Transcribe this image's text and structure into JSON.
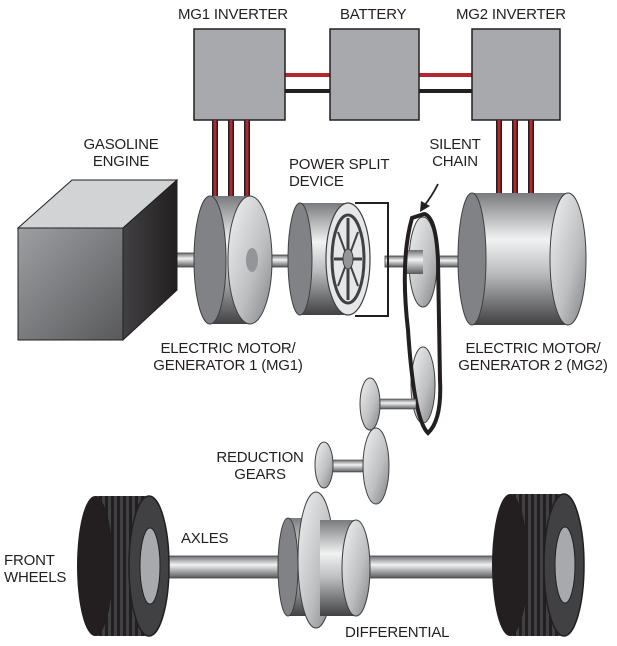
{
  "labels": {
    "mg1_inverter": "MG1 INVERTER",
    "battery": "BATTERY",
    "mg2_inverter": "MG2 INVERTER",
    "gasoline_engine_1": "GASOLINE",
    "gasoline_engine_2": "ENGINE",
    "power_split_1": "POWER SPLIT",
    "power_split_2": "DEVICE",
    "silent_chain_1": "SILENT",
    "silent_chain_2": "CHAIN",
    "mg1_1": "ELECTRIC MOTOR/",
    "mg1_2": "GENERATOR 1 (MG1)",
    "mg2_1": "ELECTRIC MOTOR/",
    "mg2_2": "GENERATOR 2 (MG2)",
    "reduction_gears_1": "REDUCTION",
    "reduction_gears_2": "GEARS",
    "axles": "AXLES",
    "front_wheels_1": "FRONT",
    "front_wheels_2": "WHEELS",
    "differential": "DIFFERENTIAL"
  },
  "colors": {
    "box_fill": "#a7a9ac",
    "box_stroke": "#231f20",
    "cable_red": "#b2282f",
    "cable_black": "#231f20",
    "metal_light": "#e6e7e8",
    "metal_mid": "#a7a9ac",
    "metal_dark": "#58595b",
    "tire": "#231f20"
  }
}
